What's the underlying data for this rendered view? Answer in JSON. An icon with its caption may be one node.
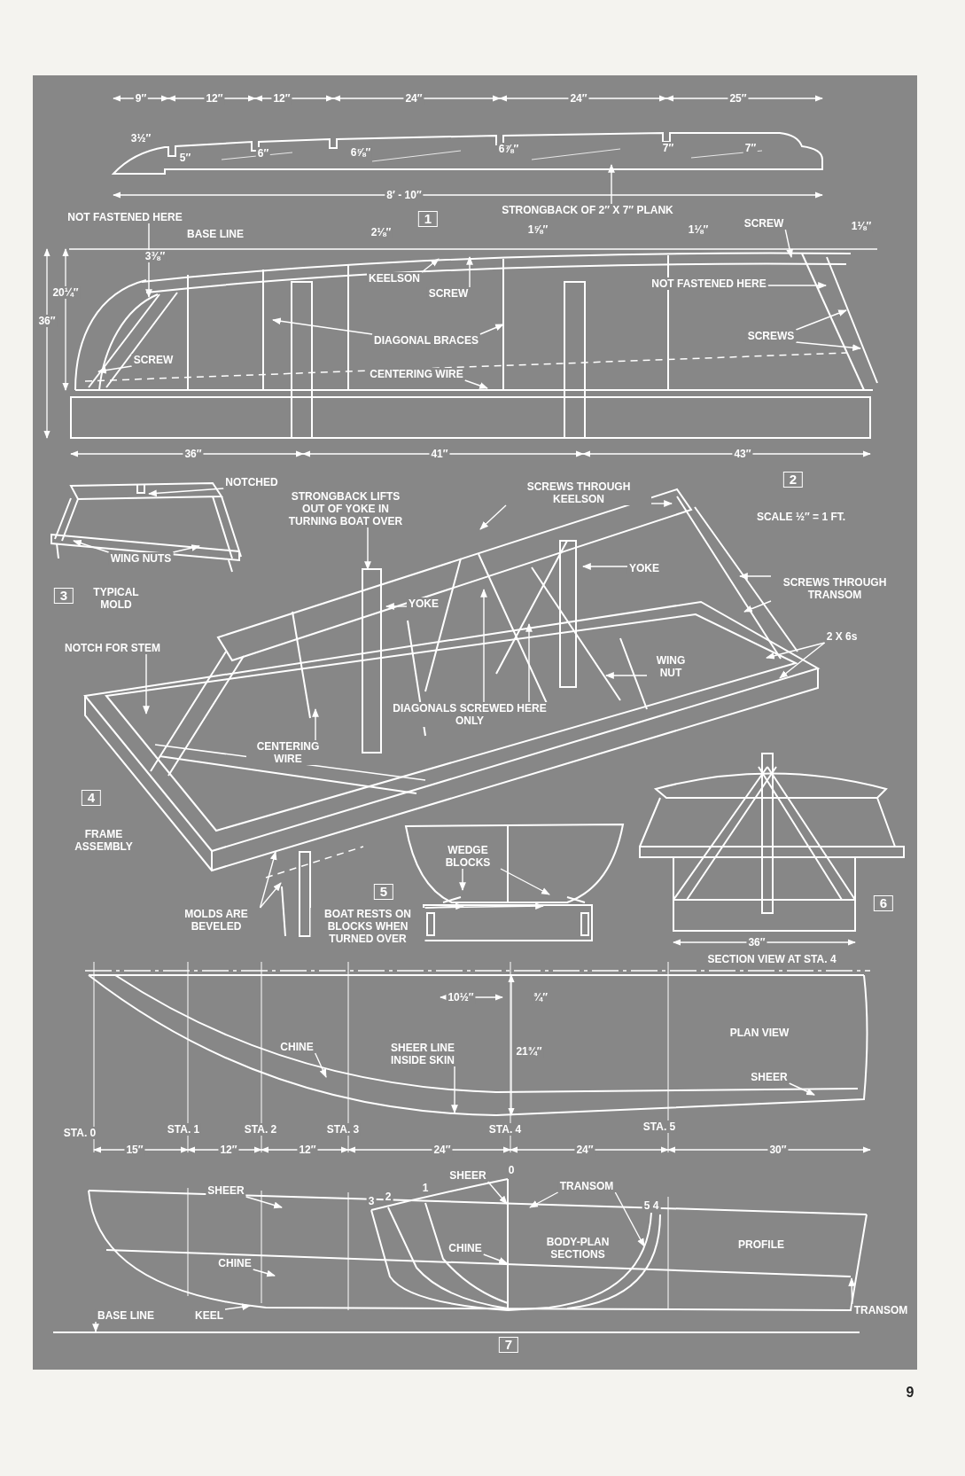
{
  "diagram": {
    "nodes": [
      {
        "text": [
          "STRONGBACK OF 2″ X 7″ PLANK"
        ]
      },
      {
        "text": [
          "NOT FASTENED HERE"
        ]
      },
      {
        "text": [
          "SCREW"
        ]
      },
      {
        "text": [
          "KEELSON"
        ]
      },
      {
        "text": [
          "SCREW"
        ]
      },
      {
        "text": [
          "NOT FASTENED HERE"
        ]
      },
      {
        "text": [
          "SCREWS"
        ]
      },
      {
        "text": [
          "DIAGONAL BRACES"
        ]
      },
      {
        "text": [
          "SCREW"
        ]
      },
      {
        "text": [
          "CENTERING WIRE"
        ]
      },
      {
        "text": [
          "NOTCHED"
        ]
      },
      {
        "text": [
          "STRONGBACK LIFTS OUT OF YOKE IN TURNING BOAT OVER"
        ]
      },
      {
        "text": [
          "SCREWS THROUGH KEELSON"
        ]
      },
      {
        "text": [
          "WING NUTS"
        ]
      },
      {
        "text": [
          "YOKE"
        ]
      },
      {
        "text": [
          "SCREWS THROUGH TRANSOM"
        ]
      },
      {
        "text": [
          "YOKE"
        ]
      },
      {
        "text": [
          "NOTCH FOR STEM"
        ]
      },
      {
        "text": [
          "2 X 6s"
        ]
      },
      {
        "text": [
          "WING NUT"
        ]
      },
      {
        "text": [
          "DIAGONALS SCREWED HERE ONLY"
        ]
      },
      {
        "text": [
          "CENTERING WIRE"
        ]
      },
      {
        "text": [
          "WEDGE BLOCKS"
        ]
      },
      {
        "text": [
          "MOLDS ARE BEVELED"
        ]
      },
      {
        "text": [
          "BOAT RESTS ON BLOCKS WHEN TURNED OVER"
        ]
      },
      {
        "text": [
          "CHINE"
        ]
      },
      {
        "text": [
          "SHEER LINE INSIDE SKIN"
        ]
      },
      {
        "text": [
          "SHEER"
        ]
      },
      {
        "text": [
          "SHEER"
        ]
      },
      {
        "text": [
          "TRANSOM"
        ]
      },
      {
        "text": [
          "SHEER"
        ]
      },
      {
        "text": [
          "CHINE"
        ]
      },
      {
        "text": [
          "CHINE"
        ]
      },
      {
        "text": [
          "KEEL"
        ]
      },
      {
        "text": [
          "BASE LINE"
        ]
      },
      {
        "text": [
          "TRANSOM"
        ]
      },
      {
        "text": [],
        "shape": "bar"
      }
    ],
    "edges": [
      {
        "from": 0,
        "to": null,
        "arrow": "to"
      },
      {
        "from": 1,
        "to": null,
        "arrow": "to"
      },
      {
        "from": 2,
        "to": null,
        "arrow": "to"
      },
      {
        "from": 3,
        "to": null,
        "arrow": "to"
      },
      {
        "from": 4,
        "to": null,
        "arrow": "to"
      },
      {
        "from": 5,
        "to": null,
        "arrow": "to"
      },
      {
        "from": 6,
        "to": null,
        "arrow": "to"
      },
      {
        "from": 6,
        "to": null,
        "arrow": "to"
      },
      {
        "from": 7,
        "to": null,
        "arrow": "to"
      },
      {
        "from": 7,
        "to": null,
        "arrow": "to"
      },
      {
        "from": 8,
        "to": null,
        "arrow": "to"
      },
      {
        "from": 9,
        "to": null,
        "arrow": "to"
      },
      {
        "from": 10,
        "to": null,
        "arrow": "to"
      },
      {
        "from": 11,
        "to": null,
        "arrow": "to"
      },
      {
        "from": 12,
        "to": null,
        "arrow": "to"
      },
      {
        "from": 12,
        "to": null,
        "arrow": "to"
      },
      {
        "from": 13,
        "to": null,
        "arrow": "to"
      },
      {
        "from": 13,
        "to": null,
        "arrow": "to"
      },
      {
        "from": 14,
        "to": null,
        "arrow": "to"
      },
      {
        "from": 15,
        "to": null,
        "arrow": "to"
      },
      {
        "from": 15,
        "to": null,
        "arrow": "to"
      },
      {
        "from": 16,
        "to": null,
        "arrow": "to"
      },
      {
        "from": 17,
        "to": null,
        "arrow": "to"
      },
      {
        "from": 18,
        "to": null,
        "arrow": "to"
      },
      {
        "from": 18,
        "to": null,
        "arrow": "to"
      },
      {
        "from": 19,
        "to": null,
        "arrow": "to"
      },
      {
        "from": 20,
        "to": null,
        "arrow": "to"
      },
      {
        "from": 20,
        "to": null,
        "arrow": "to"
      },
      {
        "from": 21,
        "to": null,
        "arrow": "to"
      },
      {
        "from": 22,
        "to": null,
        "arrow": "to"
      },
      {
        "from": 22,
        "to": null,
        "arrow": "to"
      },
      {
        "from": 23,
        "to": null,
        "arrow": "to"
      },
      {
        "from": 23,
        "to": null,
        "arrow": "to"
      },
      {
        "from": 24,
        "to": null,
        "arrow": "to"
      },
      {
        "from": 24,
        "to": null,
        "arrow": "to"
      },
      {
        "from": 25,
        "to": null,
        "arrow": "to"
      },
      {
        "from": 26,
        "to": null,
        "arrow": "to"
      },
      {
        "from": 27,
        "to": null,
        "arrow": "to"
      },
      {
        "from": 28,
        "to": null,
        "arrow": "to"
      },
      {
        "from": 29,
        "to": null,
        "arrow": "to"
      },
      {
        "from": 29,
        "to": null,
        "arrow": "to"
      },
      {
        "from": 30,
        "to": null,
        "arrow": "to"
      },
      {
        "from": 31,
        "to": null,
        "arrow": "to"
      },
      {
        "from": 32,
        "to": null,
        "arrow": "to"
      },
      {
        "from": 33,
        "to": null,
        "arrow": "to"
      },
      {
        "from": 34,
        "to": 36,
        "arrow": "to"
      },
      {
        "from": 35,
        "to": null,
        "arrow": "to"
      }
    ],
    "labels": [
      "9″",
      "12″",
      "12″",
      "24″",
      "24″",
      "25″",
      "3½″",
      "5″",
      "6″",
      "6⅝″",
      "6⅞″",
      "7″",
      "7″",
      "8′ - 10″",
      "BASE LINE",
      "1",
      "2⅛″",
      "1⅝″",
      "1⅛″",
      "1⅛″",
      "3⅜″",
      "20¼″",
      "36″",
      "36″",
      "41″",
      "43″",
      "2",
      "SCALE ½″ = 1 FT.",
      "3",
      "TYPICAL MOLD",
      "4",
      "FRAME ASSEMBLY",
      "5",
      "36″",
      "6",
      "SECTION VIEW AT STA. 4",
      "10½″",
      "¾″",
      "21¾″",
      "PLAN VIEW",
      "STA. 0",
      "STA. 1",
      "STA. 2",
      "STA. 3",
      "STA. 4",
      "STA. 5",
      "15″",
      "12″",
      "12″",
      "24″",
      "24″",
      "30″",
      "3",
      "2",
      "1",
      "0",
      "5 4",
      "BODY-PLAN SECTIONS",
      "PROFILE",
      "7",
      "9"
    ]
  }
}
